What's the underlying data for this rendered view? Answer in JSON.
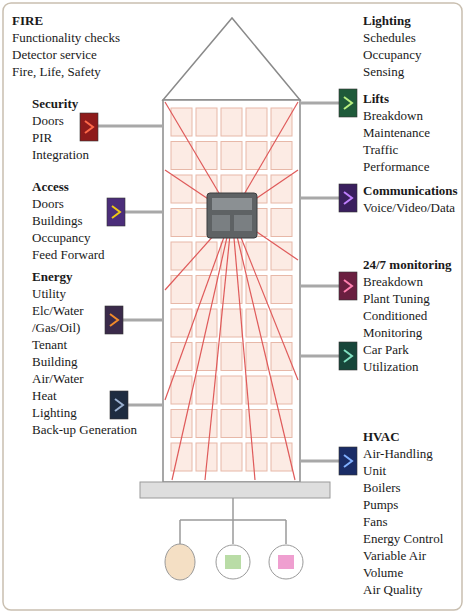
{
  "diagram": {
    "labels": [
      "FIRE",
      "Functionality checks",
      "Detector service",
      "Fire, Life, Safety",
      "Security",
      "Doors",
      "PIR",
      "Integration",
      "Access",
      "Doors",
      "Buildings",
      "Occupancy",
      "Feed Forward",
      "Energy",
      "Utility",
      "Elc/Water /Gas/Oil)",
      "Tenant",
      "Building",
      "Air/Water",
      "Heat",
      "Lighting",
      "Back-up Generation",
      "Lighting",
      "Schedules",
      "Occupancy",
      "Sensing",
      "Lifts",
      "Breakdown",
      "Maintenance",
      "Traffic",
      "Performance",
      "Communications",
      "Voice/Video/Data",
      "24/7 monitoring",
      "Breakdown",
      "Plant Tuning",
      "Conditioned",
      "Monitoring",
      "Car Park",
      "Utilization",
      "HVAC",
      "Air-Handling Unit",
      "Boilers",
      "Pumps",
      "Fans",
      "Energy Control",
      "Variable Air Volume",
      "Air Quality"
    ]
  }
}
